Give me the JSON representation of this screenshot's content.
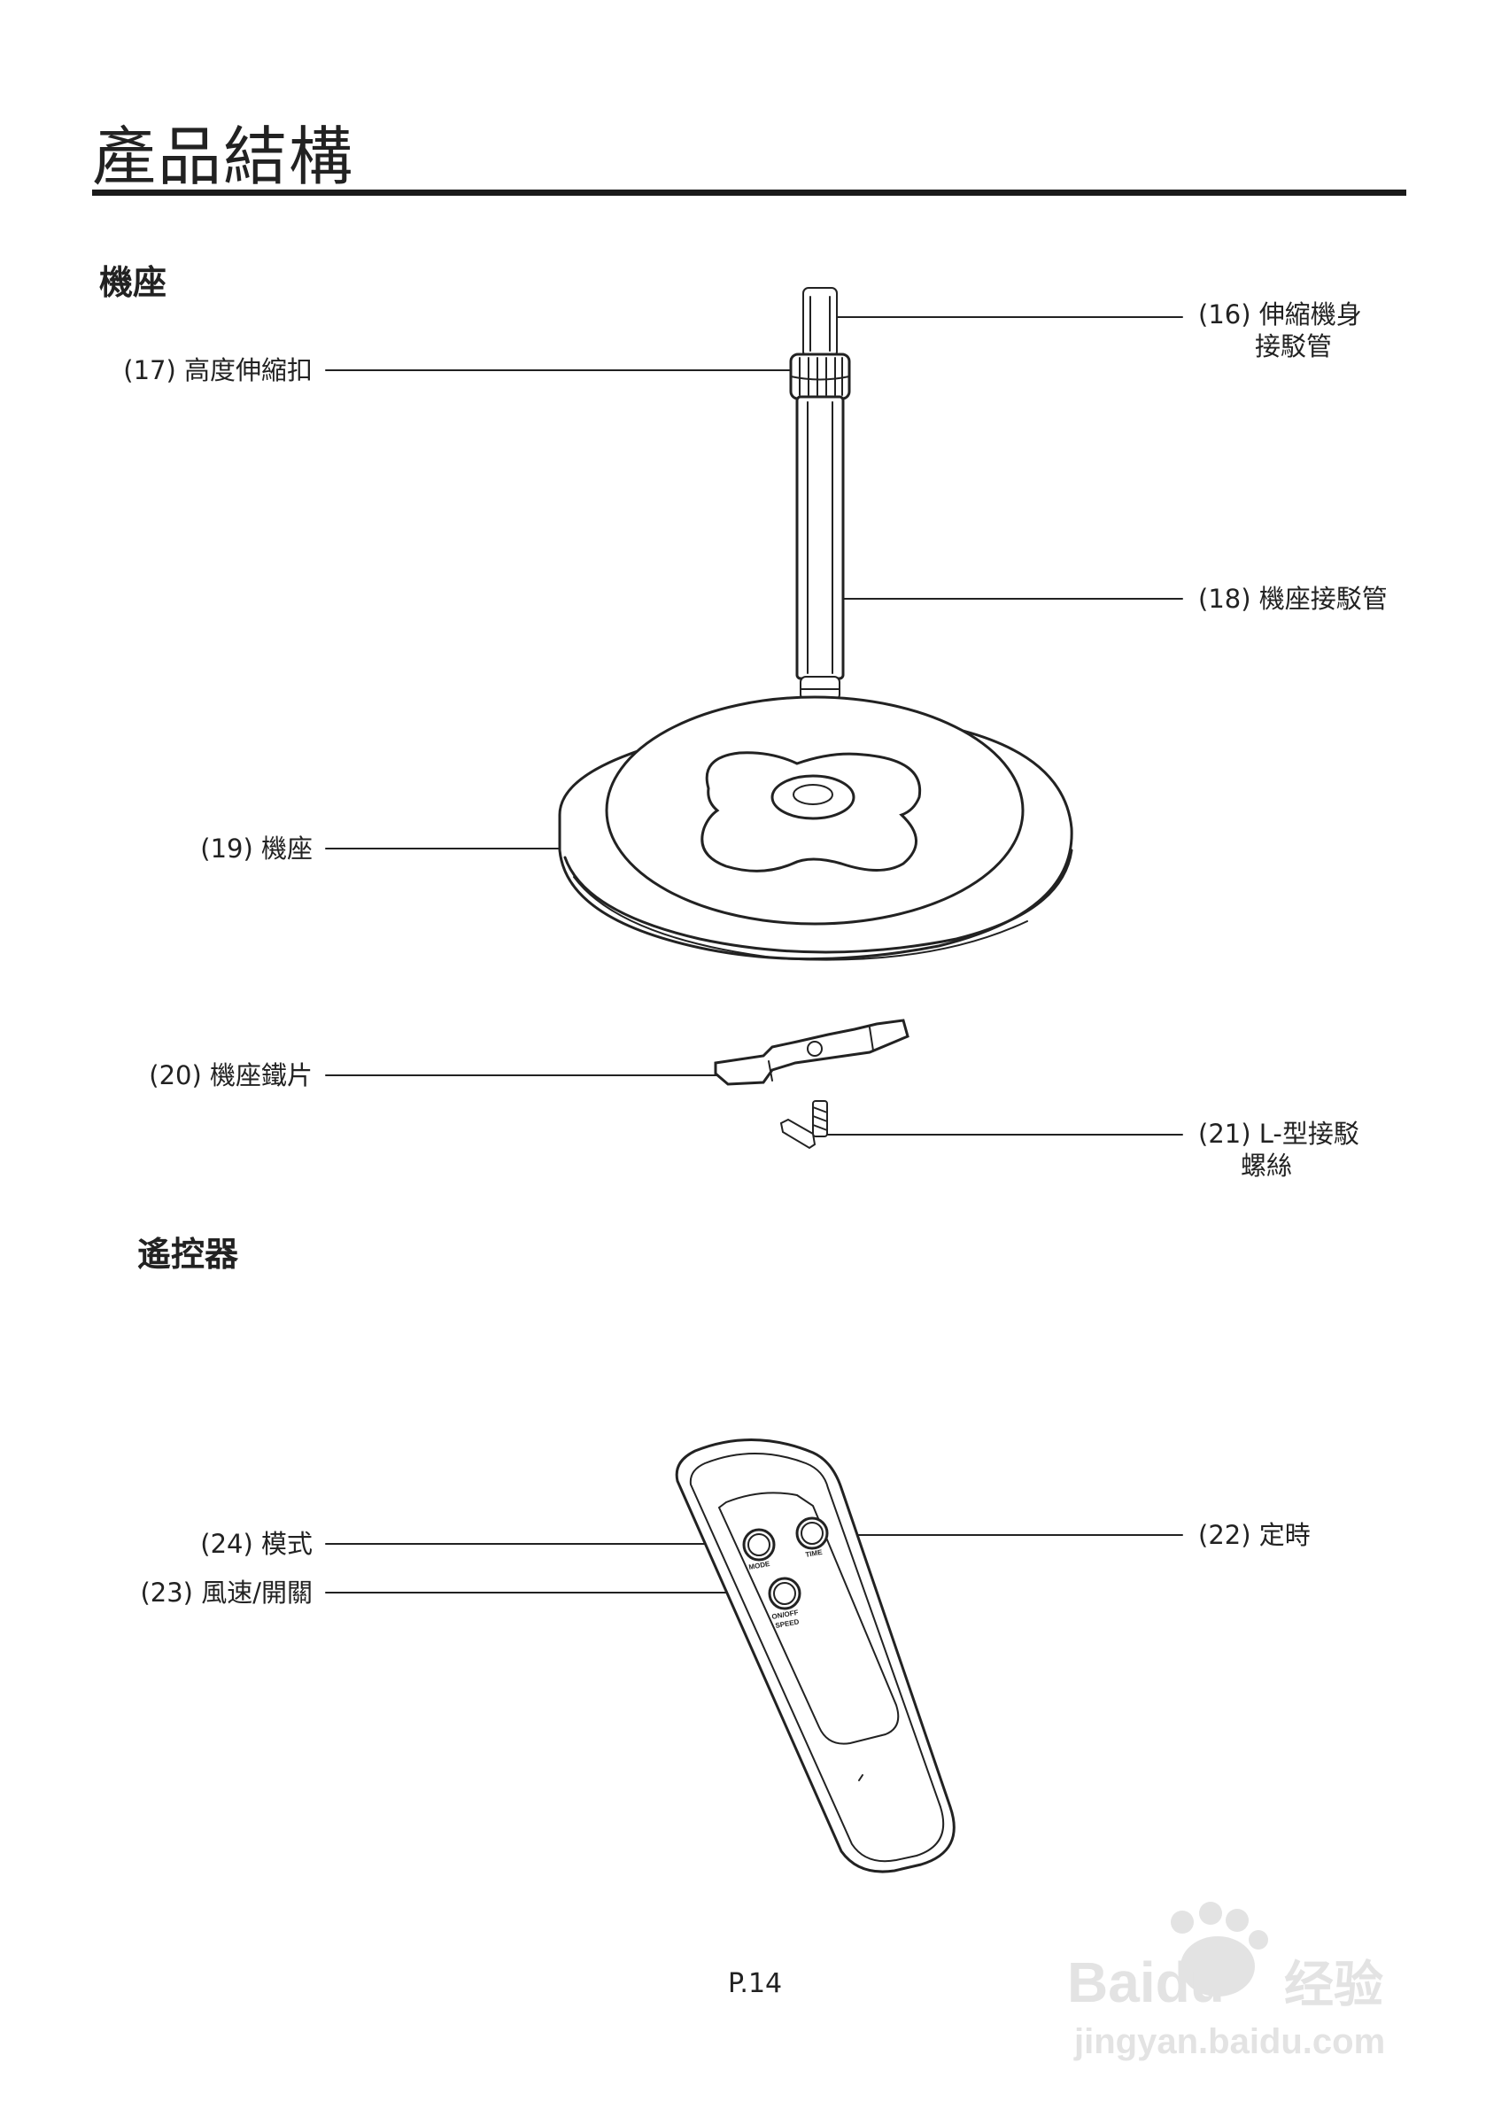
{
  "page": {
    "title": "產品結構",
    "page_number": "P.14"
  },
  "sections": {
    "base": "機座",
    "remote": "遙控器"
  },
  "callouts": {
    "c16_line1": "(16) 伸縮機身",
    "c16_line2": "接駁管",
    "c17": "(17) 高度伸縮扣",
    "c18": "(18) 機座接駁管",
    "c19": "(19) 機座",
    "c20": "(20) 機座鐵片",
    "c21_line1": "(21) L-型接駁",
    "c21_line2": "螺絲",
    "c22": "(22) 定時",
    "c23": "(23) 風速/開關",
    "c24": "(24) 模式"
  },
  "remote_buttons": {
    "mode": "MODE",
    "time": "TIME",
    "onoff": "ON/OFF",
    "speed": "SPEED"
  },
  "watermark": {
    "brand": "Baidu",
    "brand_cn": "经验",
    "url": "jingyan.baidu.com"
  }
}
